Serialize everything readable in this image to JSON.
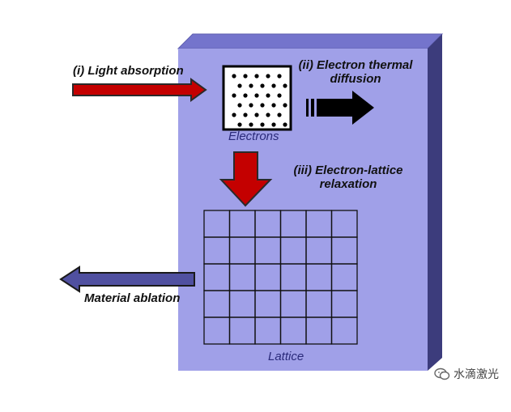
{
  "labels": {
    "light_absorption": "(i) Light absorption",
    "thermal_line1": "(ii) Electron thermal",
    "thermal_line2": "diffusion",
    "relaxation_line1": "(iii) Electron-lattice",
    "relaxation_line2": "relaxation",
    "electrons": "Electrons",
    "lattice": "Lattice",
    "ablation": "Material ablation"
  },
  "watermark": {
    "text": "水滴激光",
    "icon": "wechat-icon"
  },
  "colors": {
    "slab_front": "#a0a0e8",
    "slab_top": "#7474cc",
    "slab_side": "#3c3c7c",
    "red_arrow": "#c40000",
    "black_arrow": "#000000",
    "blue_arrow": "#5050a0"
  },
  "lattice": {
    "rows": 5,
    "cols": 6
  },
  "electron_dots": {
    "rows": 6,
    "cols": 5
  }
}
